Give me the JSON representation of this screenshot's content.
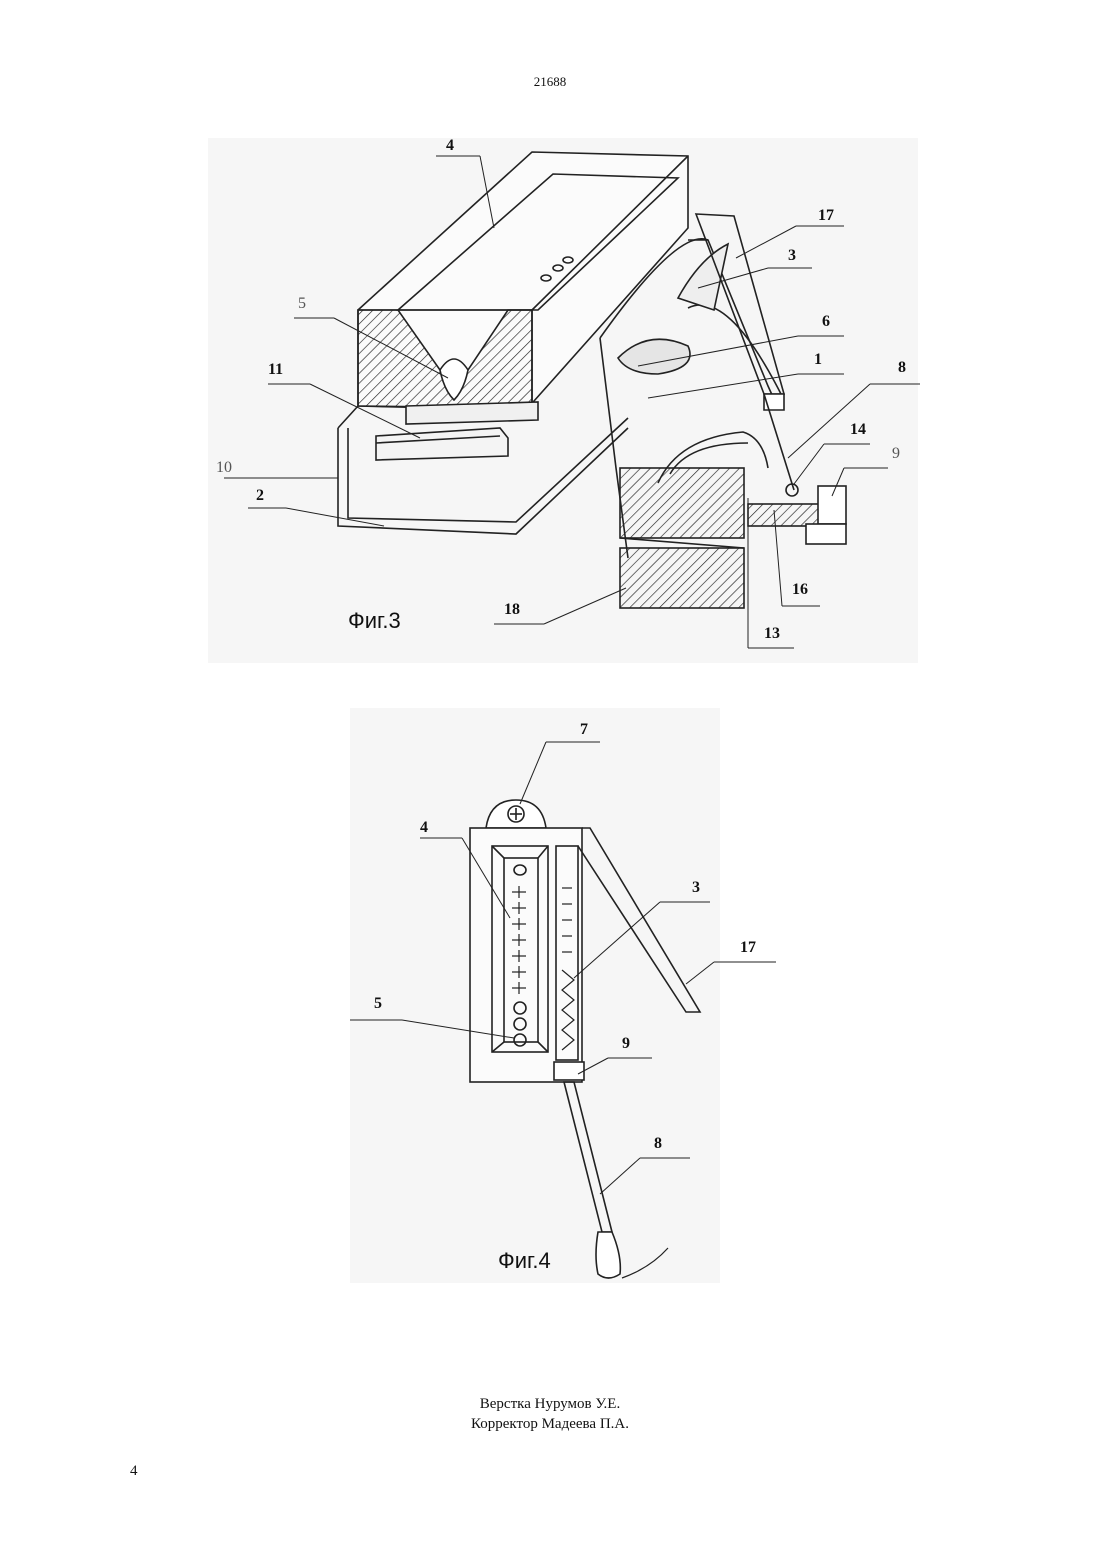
{
  "header": {
    "document_number": "21688"
  },
  "figure3": {
    "caption": "Фиг.3",
    "labels": {
      "l1": "1",
      "l2": "2",
      "l3": "3",
      "l4": "4",
      "l5": "5",
      "l6": "6",
      "l8": "8",
      "l9": "9",
      "l10": "10",
      "l11": "11",
      "l13": "13",
      "l14": "14",
      "l16": "16",
      "l17": "17",
      "l18": "18"
    }
  },
  "figure4": {
    "caption": "Фиг.4",
    "labels": {
      "l3": "3",
      "l4": "4",
      "l5": "5",
      "l7": "7",
      "l8": "8",
      "l9": "9",
      "l17": "17"
    }
  },
  "footer": {
    "layout_credit": "Верстка Нурумов У.Е.",
    "proofreader_credit": "Корректор Мадеева П.А.",
    "page_number": "4"
  }
}
